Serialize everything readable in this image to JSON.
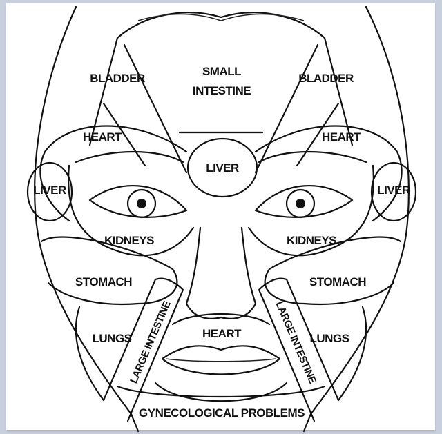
{
  "title": "Face map",
  "labels": {
    "bladder_left": "BLADDER",
    "bladder_right": "BLADDER",
    "small_intestine_1": "SMALL",
    "small_intestine_2": "INTESTINE",
    "heart_left": "HEART",
    "heart_right": "HEART",
    "liver_center": "LIVER",
    "liver_left": "LIVER",
    "liver_right": "LIVER",
    "kidneys_left": "KIDNEYS",
    "kidneys_right": "KIDNEYS",
    "stomach_left": "STOMACH",
    "stomach_right": "STOMACH",
    "lungs_left": "LUNGS",
    "lungs_right": "LUNGS",
    "heart_mouth": "HEART",
    "large_intestine_left": "LARGE INTESTINE",
    "large_intestine_right": "LARGE INTESTINE",
    "gynecological": "GYNECOLOGICAL PROBLEMS"
  },
  "colors": {
    "ink": "#111111",
    "background": "#c9d0dd",
    "paper": "#ffffff"
  }
}
